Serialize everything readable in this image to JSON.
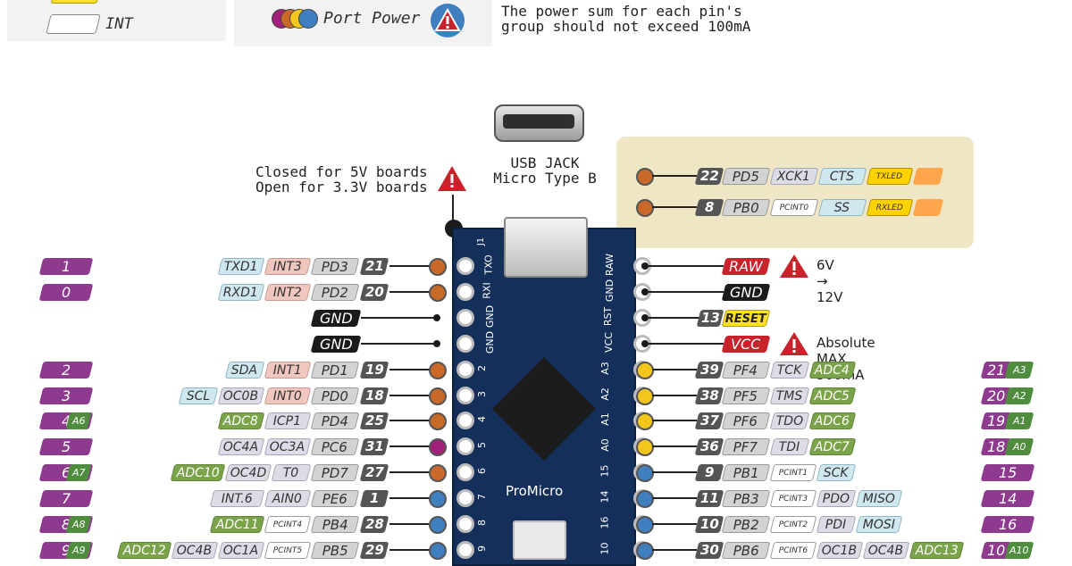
{
  "legend": {
    "int_label": "INT",
    "port_power_label": "Port Power",
    "power_note_line1": "The power sum for each pin's",
    "power_note_line2": "group should not exceed 100mA"
  },
  "usb": {
    "label_line1": "USB JACK",
    "label_line2": "Micro Type B"
  },
  "jumper": {
    "line1": "Closed for 5V boards",
    "line2": "Open for 3.3V boards",
    "silk": "J1"
  },
  "leds": [
    {
      "num": "22",
      "port": "PD5",
      "func1": "XCK1",
      "func2": "CTS",
      "led": "TXLED"
    },
    {
      "num": "8",
      "port": "PB0",
      "func1": "PCINT0",
      "func2": "SS",
      "led": "RXLED"
    }
  ],
  "board": {
    "name": "ProMicro",
    "left_silk": [
      "TXO",
      "RXI",
      "GND",
      "GND",
      "2",
      "3",
      "4",
      "5",
      "6",
      "7",
      "8",
      "9"
    ],
    "right_silk": [
      "RAW",
      "GND",
      "RST",
      "VCC",
      "A3",
      "A2",
      "A1",
      "A0",
      "15",
      "14",
      "16",
      "10"
    ]
  },
  "left_pins": [
    {
      "arduino": "1",
      "ext": [
        "TXD1"
      ],
      "int": "INT3",
      "port": "PD3",
      "num": "21"
    },
    {
      "arduino": "0",
      "ext": [
        "RXD1"
      ],
      "int": "INT2",
      "port": "PD2",
      "num": "20"
    },
    {
      "gnd": "GND"
    },
    {
      "gnd": "GND"
    },
    {
      "arduino": "2",
      "ext": [
        "SDA"
      ],
      "int": "INT1",
      "port": "PD1",
      "num": "19"
    },
    {
      "arduino": "3",
      "ext": [
        "SCL",
        "OC0B"
      ],
      "int": "INT0",
      "port": "PD0",
      "num": "18"
    },
    {
      "arduino": "4",
      "analog": "A6",
      "ext": [
        "ADC8",
        "ICP1"
      ],
      "port": "PD4",
      "num": "25"
    },
    {
      "arduino": "5",
      "ext": [
        "OC4A",
        "OC3A"
      ],
      "port": "PC6",
      "num": "31"
    },
    {
      "arduino": "6",
      "analog": "A7",
      "ext": [
        "ADC10",
        "OC4D",
        "T0"
      ],
      "port": "PD7",
      "num": "27"
    },
    {
      "arduino": "7",
      "ext": [
        "INT.6",
        "AIN0"
      ],
      "port": "PE6",
      "num": "1"
    },
    {
      "arduino": "8",
      "analog": "A8",
      "ext": [
        "ADC11",
        "PCINT4"
      ],
      "port": "PB4",
      "num": "28"
    },
    {
      "arduino": "9",
      "analog": "A9",
      "ext": [
        "ADC12",
        "OC4B",
        "OC1A",
        "PCINT5"
      ],
      "port": "PB5",
      "num": "29"
    }
  ],
  "right_power": [
    {
      "label": "RAW",
      "note": "6V → 12V"
    },
    {
      "label": "GND"
    },
    {
      "num": "13",
      "label": "RESET"
    },
    {
      "label": "VCC",
      "note": "Absolute MAX 500mA"
    }
  ],
  "right_pins": [
    {
      "num": "39",
      "port": "PF4",
      "ext": [
        "TCK",
        "ADC4"
      ],
      "arduino": "21",
      "analog": "A3"
    },
    {
      "num": "38",
      "port": "PF5",
      "ext": [
        "TMS",
        "ADC5"
      ],
      "arduino": "20",
      "analog": "A2"
    },
    {
      "num": "37",
      "port": "PF6",
      "ext": [
        "TDO",
        "ADC6"
      ],
      "arduino": "19",
      "analog": "A1"
    },
    {
      "num": "36",
      "port": "PF7",
      "ext": [
        "TDI",
        "ADC7"
      ],
      "arduino": "18",
      "analog": "A0"
    },
    {
      "num": "9",
      "port": "PB1",
      "ext": [
        "PCINT1",
        "SCK"
      ],
      "arduino": "15"
    },
    {
      "num": "11",
      "port": "PB3",
      "ext": [
        "PCINT3",
        "PDO",
        "MISO"
      ],
      "arduino": "14"
    },
    {
      "num": "10",
      "port": "PB2",
      "ext": [
        "PCINT2",
        "PDI",
        "MOSI"
      ],
      "arduino": "16"
    },
    {
      "num": "30",
      "port": "PB6",
      "ext": [
        "PCINT6",
        "OC1B",
        "OC4B",
        "ADC13"
      ],
      "arduino": "10",
      "analog": "A10"
    }
  ],
  "colors": {
    "purple": "#8e3a8e",
    "board_blue": "#14305a",
    "bubble_orange": "#c8692a",
    "bubble_yellow": "#f2c61d",
    "bubble_blue": "#3f7fbf",
    "bubble_magenta": "#a3207a",
    "warning_red": "#c8232b"
  }
}
